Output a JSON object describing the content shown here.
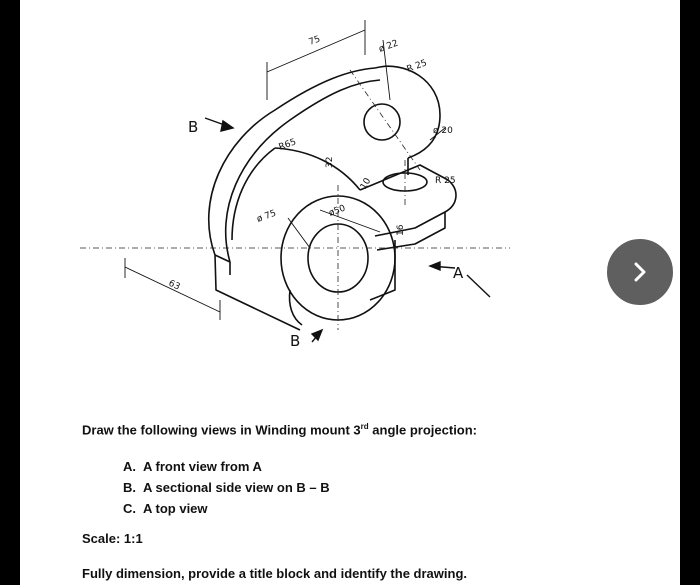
{
  "drawing": {
    "dims": {
      "d75": "75",
      "dia22": "ø 22",
      "r25_top": "R 25",
      "dia20": "ø 20",
      "r65": "R65",
      "d32": "32",
      "r25_right": "R 25",
      "dia75": "ø 75",
      "dia50": "ø50",
      "d16": "16",
      "d63": "63",
      "d10": "10"
    },
    "labels": {
      "b_top": "B",
      "b_bottom": "B",
      "a": "A"
    }
  },
  "instruction": {
    "prefix": "Draw the following views in Winding mount 3",
    "sup": "rd",
    "suffix": " angle projection:"
  },
  "views": [
    {
      "label": "A.",
      "text": "A front view from A"
    },
    {
      "label": "B.",
      "text": "A sectional side view on B – B"
    },
    {
      "label": "C.",
      "text": "A top view"
    }
  ],
  "scale": "Scale: 1:1",
  "final_note": "Fully dimension, provide a title block and identify the drawing.",
  "nav": {
    "icon": "chevron-right-icon"
  }
}
